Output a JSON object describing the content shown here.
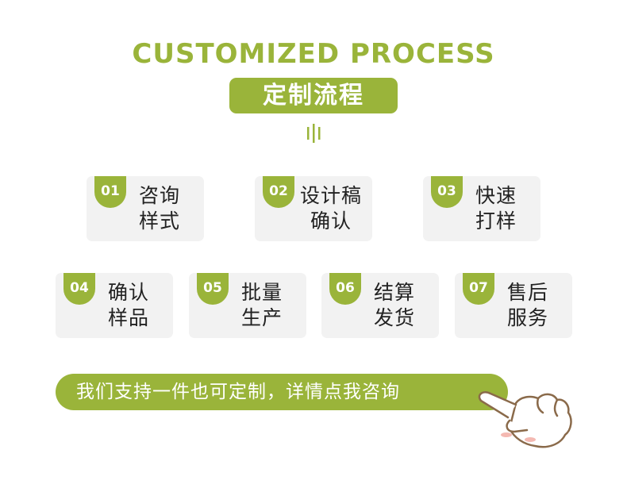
{
  "header": {
    "title": "CUSTOMIZED PROCESS",
    "subtitle": "定制流程"
  },
  "accent_color": "#9ab43a",
  "steps": [
    {
      "num": "01",
      "label": "咨询\n样式"
    },
    {
      "num": "02",
      "label": "设计稿\n确认"
    },
    {
      "num": "03",
      "label": "快速\n打样"
    },
    {
      "num": "04",
      "label": "确认\n样品"
    },
    {
      "num": "05",
      "label": "批量\n生产"
    },
    {
      "num": "06",
      "label": "结算\n发货"
    },
    {
      "num": "07",
      "label": "售后\n服务"
    }
  ],
  "cta": {
    "text": "我们支持一件也可定制，详情点我咨询",
    "icon": "pointing-hand-icon"
  }
}
